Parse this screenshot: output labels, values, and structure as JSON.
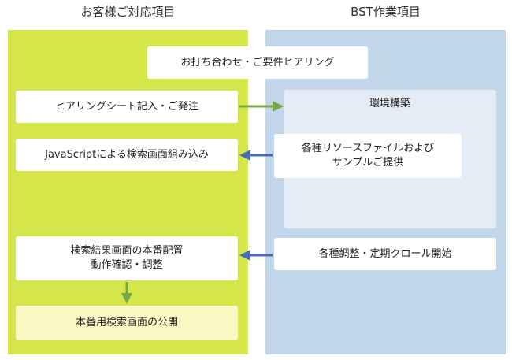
{
  "headers": {
    "left": "お客様ご対応項目",
    "right": "BST作業項目"
  },
  "colors": {
    "left_panel": "#d4e64a",
    "right_panel": "#c2d6ec",
    "inner_panel": "#e4ecf6",
    "final_box": "#fcf8c4",
    "green_arrow": "#78a84a",
    "blue_arrow": "#4a6cb4"
  },
  "steps": {
    "hearing": "お打ち合わせ・ご要件ヒアリング",
    "sheet": "ヒアリングシート記入・ご発注",
    "env_build": "環境構築",
    "js_embed": "JavaScriptによる検索画面組み込み",
    "resources_line1": "各種リソースファイルおよび",
    "resources_line2": "サンプルご提供",
    "deploy_line1": "検索結果画面の本番配置",
    "deploy_line2": "動作確認・調整",
    "adjust": "各種調整・定期クロール開始",
    "publish": "本番用検索画面の公開"
  }
}
